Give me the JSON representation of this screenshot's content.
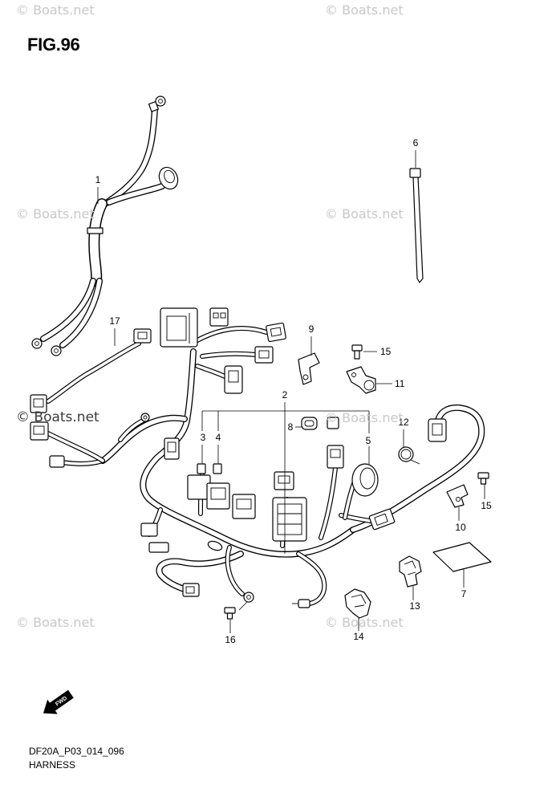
{
  "figure": {
    "title": "FIG.96"
  },
  "watermark": {
    "text": "© Boats.net"
  },
  "callouts": [
    "1",
    "2",
    "3",
    "4",
    "5",
    "6",
    "7",
    "8",
    "9",
    "10",
    "11",
    "12",
    "13",
    "14",
    "15",
    "15",
    "16",
    "17"
  ],
  "fwd_label": "FWD",
  "footer": {
    "code": "DF20A_P03_014_096",
    "name": "HARNESS"
  },
  "colors": {
    "line": "#000000",
    "background": "#ffffff",
    "watermark": "#c8c8c8"
  }
}
